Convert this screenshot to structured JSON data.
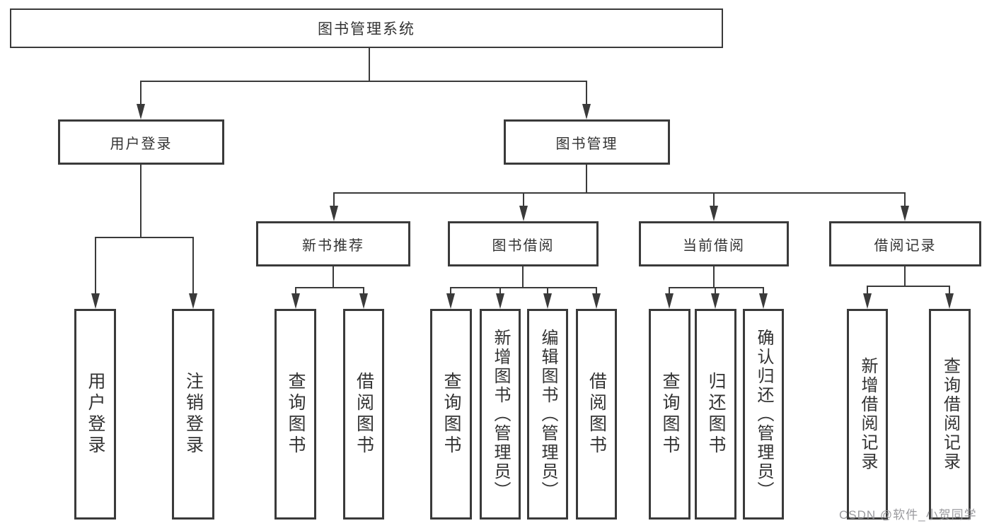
{
  "diagram": {
    "type": "hierarchy-tree",
    "title": "图书管理系统",
    "nodes": {
      "root": {
        "label": "图书管理系统"
      },
      "user_login": {
        "label": "用户登录",
        "children": [
          {
            "label": "用户登录"
          },
          {
            "label": "注销登录"
          }
        ]
      },
      "book_mgmt": {
        "label": "图书管理",
        "children": [
          {
            "label": "新书推荐",
            "children": [
              {
                "label": "查询图书"
              },
              {
                "label": "借阅图书"
              }
            ]
          },
          {
            "label": "图书借阅",
            "children": [
              {
                "label": "查询图书"
              },
              {
                "label": "新增图书（管理员）"
              },
              {
                "label": "编辑图书（管理员）"
              },
              {
                "label": "借阅图书"
              }
            ]
          },
          {
            "label": "当前借阅",
            "children": [
              {
                "label": "查询图书"
              },
              {
                "label": "归还图书"
              },
              {
                "label": "确认归还（管理员）"
              }
            ]
          },
          {
            "label": "借阅记录",
            "children": [
              {
                "label": "新增借阅记录"
              },
              {
                "label": "查询借阅记录"
              }
            ]
          }
        ]
      }
    },
    "colors": {
      "line": "#3a3a3a",
      "text": "#333333",
      "background": "#ffffff",
      "watermark": "#919196"
    }
  },
  "watermark": {
    "text": "CSDN @软件_小贺同学"
  }
}
